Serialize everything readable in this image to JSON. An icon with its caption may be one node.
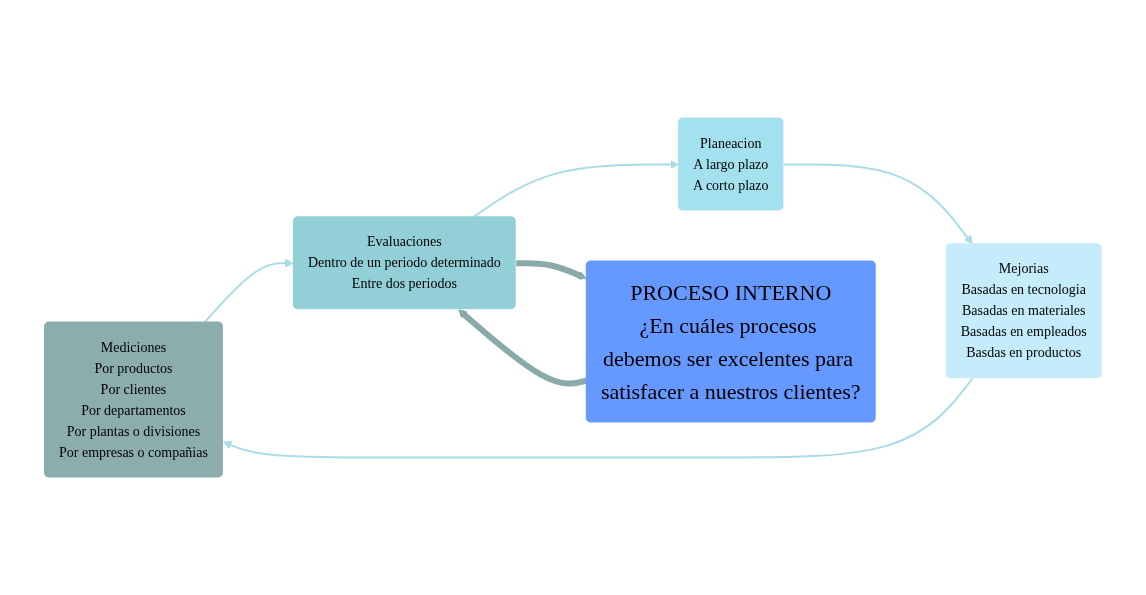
{
  "diagram": {
    "nodes": [
      {
        "text": [
          "Mediciones",
          "Por productos",
          "Por clientes",
          "Por departamentos",
          "Por plantas o divisiones",
          "Por empresas o compañias"
        ]
      },
      {
        "text": [
          "Evaluaciones",
          "Dentro de un periodo determinado",
          "Entre dos periodos"
        ]
      },
      {
        "text": [
          "Planeacion",
          "A largo plazo",
          "A corto plazo"
        ]
      },
      {
        "text": [
          "Mejorias",
          "Basadas en tecnologia",
          "Basadas en materiales",
          "Basadas en empleados",
          "Basdas en productos"
        ]
      },
      {
        "text": [
          "PROCESO INTERNO",
          "¿En cuáles procesos debemos ser excelentes para satisfacer a nuestros clientes?"
        ]
      }
    ],
    "edges": [
      {
        "from": 0,
        "to": 1,
        "arrow": "to",
        "color": "#a9dce6"
      },
      {
        "from": 1,
        "to": 2,
        "arrow": "to",
        "color": "#a9dce6"
      },
      {
        "from": 2,
        "to": 3,
        "arrow": "to",
        "color": "#a9dce6"
      },
      {
        "from": 3,
        "to": 0,
        "arrow": "to",
        "color": "#a9dce6"
      },
      {
        "from": 1,
        "to": 4,
        "arrow": "to",
        "style": "thick",
        "color": "#8aa9a9"
      },
      {
        "from": 4,
        "to": 1,
        "arrow": "to",
        "style": "thick",
        "color": "#8aa9a9"
      }
    ]
  }
}
